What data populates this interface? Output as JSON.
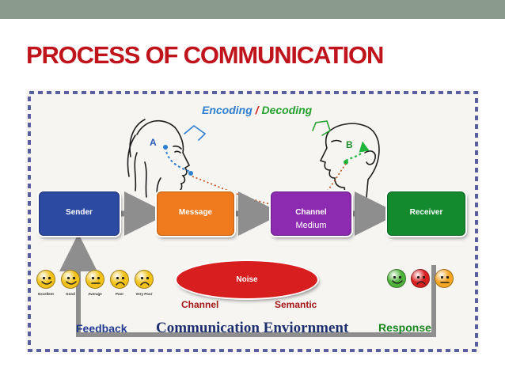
{
  "slide": {
    "title": "PROCESS OF COMMUNICATION"
  },
  "diagram": {
    "encoding": "Encoding",
    "slash": "/",
    "decoding": "Decoding",
    "label_a": "A",
    "label_b": "B",
    "boxes": {
      "sender": "Sender",
      "message": "Message",
      "channel": "Channel",
      "channel_sub": "Medium",
      "receiver": "Receiver"
    },
    "noise": "Noise",
    "noise_channel": "Channel",
    "noise_semantic": "Semantic",
    "feedback": "Feedback",
    "environment": "Communication Enviornment",
    "response": "Response",
    "ratings": [
      "Excellent",
      "Good",
      "Average",
      "Poor",
      "Very Poor"
    ]
  },
  "colors": {
    "title": "#c0141c",
    "sender": "#2d4aa3",
    "message": "#f07a1e",
    "channel": "#8d2bb0",
    "receiver": "#138a2e",
    "noise": "#d81f1f",
    "encoding": "#2f7fd0",
    "decoding": "#26a02e",
    "arrow": "#8e8e8e",
    "smiley_yellow": "#f2c21a",
    "smiley_green": "#4fb23a",
    "smiley_red": "#d82020",
    "smiley_orange": "#f5a623"
  }
}
